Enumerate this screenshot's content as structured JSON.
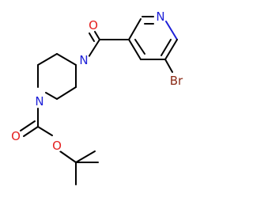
{
  "molecule": {
    "atoms": {
      "pyridine_n": {
        "symbol": "N",
        "color": "#1e20d8"
      },
      "bromine": {
        "symbol": "Br",
        "color": "#8a2a16"
      },
      "amide_oxygen": {
        "symbol": "O",
        "color": "#e41f1f"
      },
      "piperazine_n_top": {
        "symbol": "N",
        "color": "#1e20d8"
      },
      "piperazine_n_bottom": {
        "symbol": "N",
        "color": "#1e20d8"
      },
      "carbamate_oxygen_double": {
        "symbol": "O",
        "color": "#e41f1f"
      },
      "carbamate_oxygen_ester": {
        "symbol": "O",
        "color": "#e41f1f"
      }
    },
    "bond_color": "#000000"
  }
}
